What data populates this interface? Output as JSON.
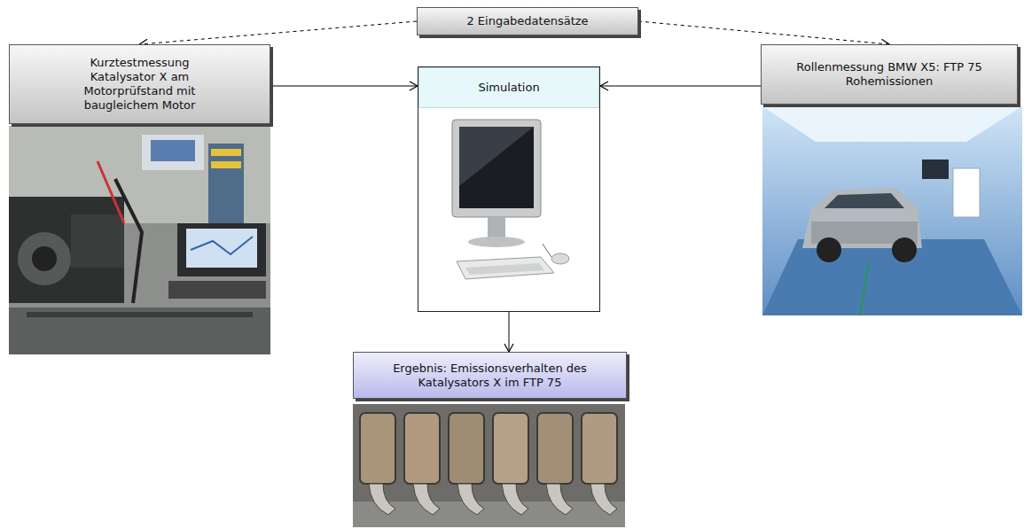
{
  "diagram": {
    "nodes": [
      {
        "text": [
          "2 Eingabedatensätze"
        ]
      },
      {
        "text": [
          "Kurztestmessung Katalysator X am Motorprüfstand mit baugleichem Motor"
        ]
      },
      {
        "text": [
          "Simulation"
        ]
      },
      {
        "text": [
          "Rollenmessung BMW X5: FTP 75 Rohemissionen"
        ]
      },
      {
        "text": [
          "Ergebnis: Emissionsverhalten des Katalysators X im FTP 75"
        ]
      }
    ],
    "edges": [
      {
        "from": 0,
        "to": 1,
        "arrow": "to"
      },
      {
        "from": 0,
        "to": 3,
        "arrow": "to"
      },
      {
        "from": 1,
        "to": 2,
        "arrow": "to"
      },
      {
        "from": 3,
        "to": 2,
        "arrow": "to"
      },
      {
        "from": 2,
        "to": 4,
        "arrow": "to"
      }
    ]
  }
}
